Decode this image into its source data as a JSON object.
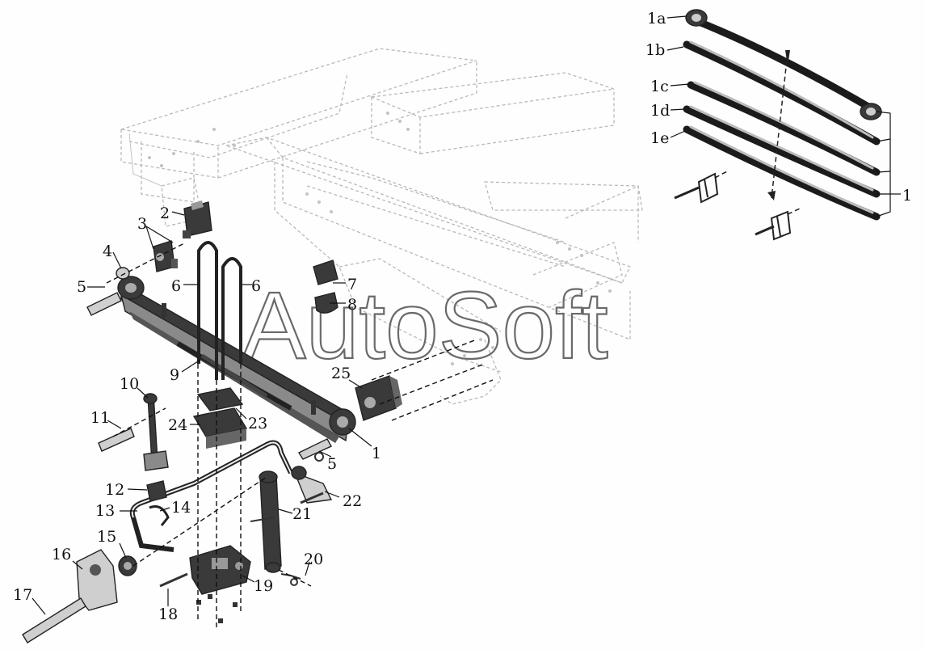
{
  "watermark": "AutoSoft",
  "callouts": {
    "c1": "1",
    "c2": "2",
    "c3": "3",
    "c4": "4",
    "c5a": "5",
    "c5b": "5",
    "c6a": "6",
    "c6b": "6",
    "c7": "7",
    "c8": "8",
    "c9": "9",
    "c10": "10",
    "c11": "11",
    "c12": "12",
    "c13": "13",
    "c14": "14",
    "c15": "15",
    "c16": "16",
    "c17": "17",
    "c18": "18",
    "c19": "19",
    "c20": "20",
    "c21": "21",
    "c22": "22",
    "c23": "23",
    "c24": "24",
    "c25": "25"
  },
  "inset": {
    "c1a": "1a",
    "c1b": "1b",
    "c1c": "1c",
    "c1d": "1d",
    "c1e": "1e",
    "c1": "1"
  }
}
